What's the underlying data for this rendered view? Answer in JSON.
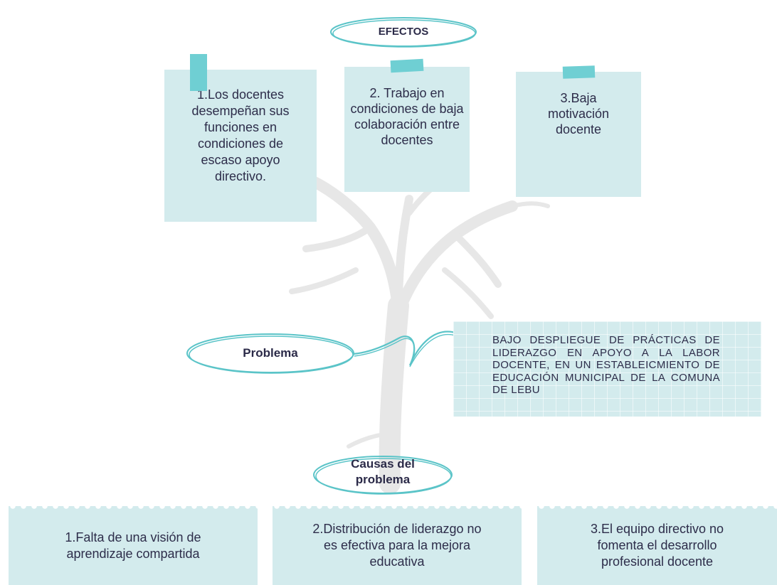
{
  "effects": {
    "title": "EFECTOS",
    "notes": [
      {
        "text": "1.Los docentes desempeñan sus funciones en condiciones de escaso apoyo directivo."
      },
      {
        "text": "2. Trabajo en condiciones de baja colaboración entre docentes"
      },
      {
        "text": "3.Baja motivación docente"
      }
    ]
  },
  "problem": {
    "label": "Problema",
    "description": "BAJO DESPLIEGUE DE PRÁCTICAS DE LIDERAZGO EN APOYO A LA LABOR DOCENTE, EN UN ESTABLEICMIENTO DE EDUCACIÓN MUNICIPAL DE LA COMUNA DE LEBU"
  },
  "causes": {
    "title_line1": "Causas del",
    "title_line2": "problema",
    "items": [
      {
        "text": "1.Falta de una visión de aprendizaje compartida"
      },
      {
        "text": "2.Distribución de liderazgo no es efectiva para la mejora educativa"
      },
      {
        "text": "3.El equipo directivo no fomenta el desarrollo profesional docente"
      }
    ]
  },
  "colors": {
    "note_background": "#d3ebed",
    "tape": "#6fcfd3",
    "outline": "#5bc4c8",
    "text": "#2d2d4a",
    "tree": "#e7e7e7"
  }
}
